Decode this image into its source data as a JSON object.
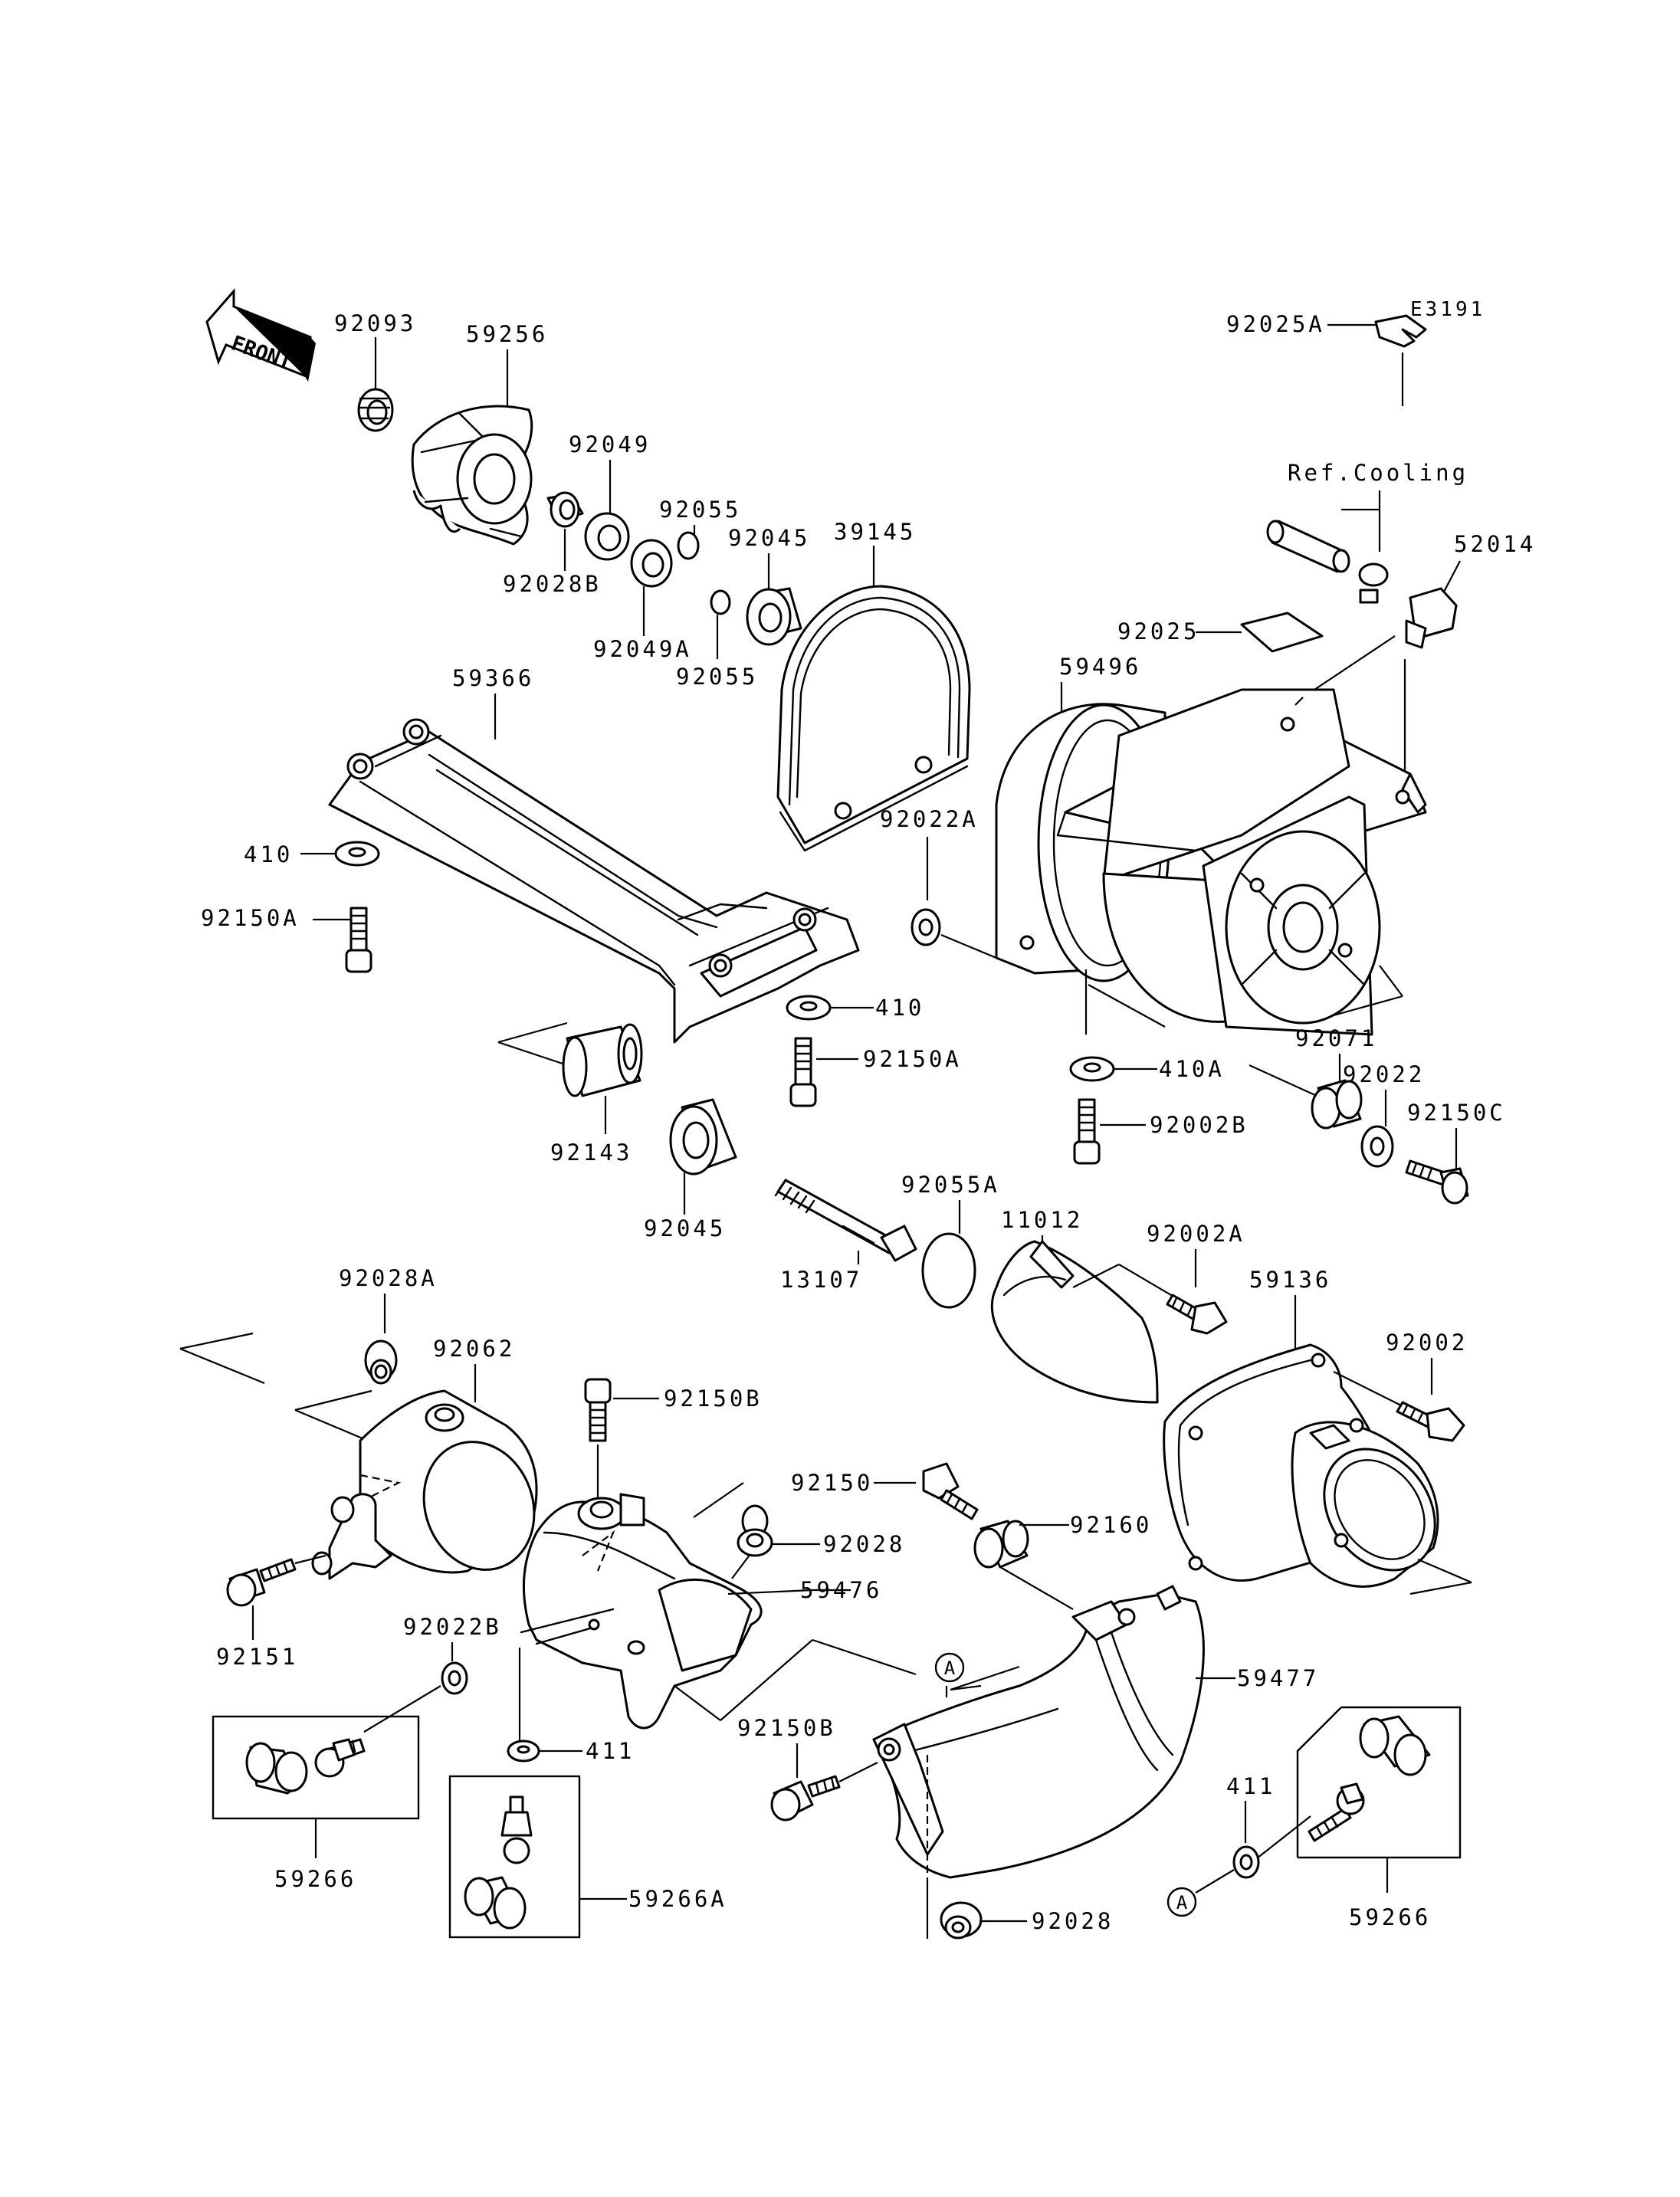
{
  "diagram_code": "E3191",
  "front_arrow_label": "FRONT",
  "ref_label": "Ref.Cooling",
  "callout_letter": "A",
  "labels": {
    "p92093": "92093",
    "p59256": "59256",
    "p92049": "92049",
    "p92055_top": "92055",
    "p92045_top": "92045",
    "p39145": "39145",
    "p92028B": "92028B",
    "p92049A": "92049A",
    "p92055_low": "92055",
    "p92025A": "92025A",
    "p52014": "52014",
    "p92025": "92025",
    "p59496": "59496",
    "p59366": "59366",
    "p410_left": "410",
    "p92150A_left": "92150A",
    "p410_mid": "410",
    "p92150A_mid": "92150A",
    "p92022A": "92022A",
    "p410A": "410A",
    "p92071": "92071",
    "p92022": "92022",
    "p92150C": "92150C",
    "p92002B": "92002B",
    "p92143": "92143",
    "p92045_low": "92045",
    "p92055A": "92055A",
    "p11012": "11012",
    "p92002A": "92002A",
    "p59136": "59136",
    "p13107": "13107",
    "p92002": "92002",
    "p92028A": "92028A",
    "p92062": "92062",
    "p92150B_top": "92150B",
    "p92150": "92150",
    "p92028_mid": "92028",
    "p92160": "92160",
    "p59476": "59476",
    "p92151": "92151",
    "p92022B": "92022B",
    "p59477": "59477",
    "p92150B_low": "92150B",
    "p411_left": "411",
    "p59266_left": "59266",
    "p59266A": "59266A",
    "p92028_low": "92028",
    "p411_right": "411",
    "p59266_right": "59266"
  }
}
